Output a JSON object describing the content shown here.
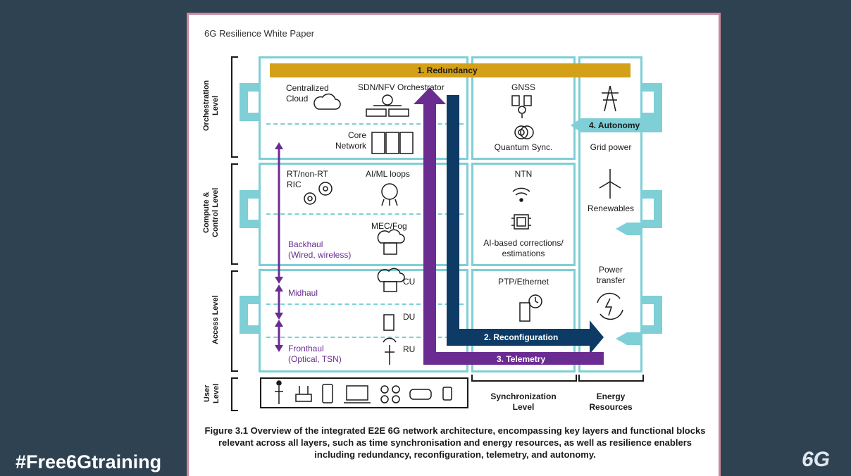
{
  "paper_title": "6G Resilience White Paper",
  "levels": {
    "orchestration": "Orchestration\nLevel",
    "compute": "Compute &\nControl Level",
    "access": "Access Level",
    "user": "User\nLevel"
  },
  "bottom_labels": {
    "sync": "Synchronization\nLevel",
    "energy": "Energy\nResources"
  },
  "enablers": {
    "redundancy": "1. Redundancy",
    "reconfiguration": "2. Reconfiguration",
    "telemetry": "3. Telemetry",
    "autonomy": "4. Autonomy"
  },
  "blocks": {
    "centralized_cloud": "Centralized\nCloud",
    "sdn_nfv": "SDN/NFV Orchestrator",
    "core_network": "Core\nNetwork",
    "ric": "RT/non-RT\nRIC",
    "aiml": "AI/ML loops",
    "mec": "MEC/Fog",
    "backhaul": "Backhaul\n(Wired, wireless)",
    "midhaul": "Midhaul",
    "fronthaul": "Fronthaul\n(Optical, TSN)",
    "cu": "CU",
    "du": "DU",
    "ru": "RU",
    "gnss": "GNSS",
    "quantum": "Quantum Sync.",
    "ntn": "NTN",
    "ai_corrections": "AI-based corrections/\nestimations",
    "ptp": "PTP/Ethernet",
    "grid": "Grid power",
    "renewables": "Renewables",
    "power_transfer": "Power\ntransfer"
  },
  "caption": "Figure 3.1 Overview of the integrated E2E 6G network architecture, encompassing key layers and functional blocks relevant across all layers, such as time synchronisation and energy resources, as well as resilience enablers including redundancy, reconfiguration, telemetry, and autonomy.",
  "hashtag": "#Free6Gtraining",
  "logo_text": "6G",
  "colors": {
    "background": "#2f4252",
    "frame": "#c98a9f",
    "teal": "#7ecfd6",
    "redundancy": "#d4a017",
    "reconfiguration": "#0d3b66",
    "telemetry": "#6b2c91",
    "haul": "#6b2c91"
  }
}
